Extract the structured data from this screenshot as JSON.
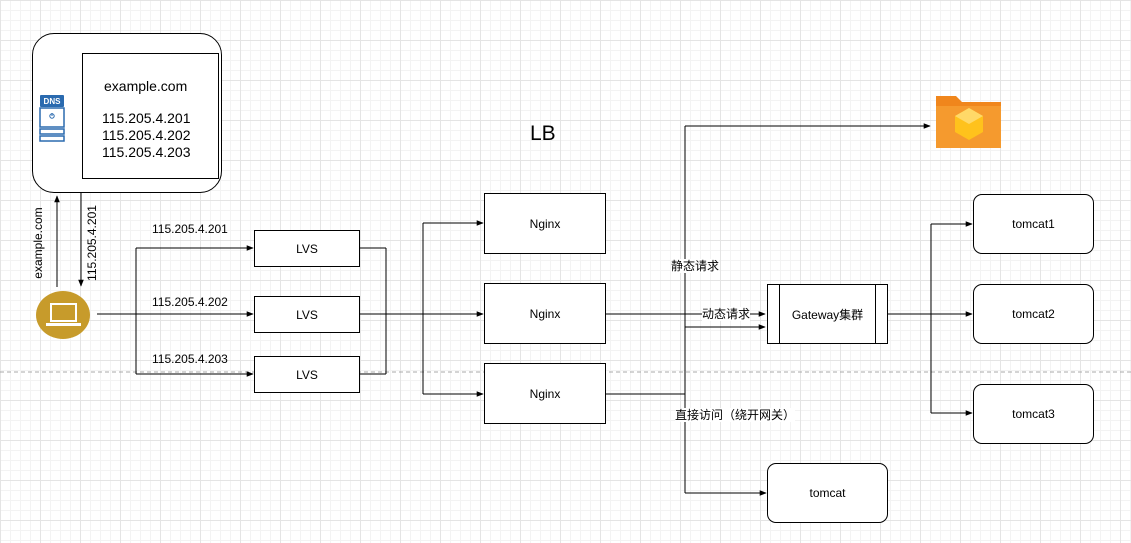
{
  "title": "LB",
  "dns": {
    "badge": "DNS",
    "domain": "example.com",
    "ips": [
      "115.205.4.201",
      "115.205.4.202",
      "115.205.4.203"
    ]
  },
  "client_edges": {
    "query_label": "example.com",
    "answer_label": "115.205.4.201"
  },
  "lvs": {
    "label": "LVS",
    "edge_labels": [
      "115.205.4.201",
      "115.205.4.202",
      "115.205.4.203"
    ]
  },
  "nginx": {
    "label": "Nginx"
  },
  "gateway": {
    "label": "Gateway集群"
  },
  "tomcats": [
    "tomcat1",
    "tomcat2",
    "tomcat3"
  ],
  "direct_tomcat": "tomcat",
  "edges": {
    "static": "静态请求",
    "dynamic": "动态请求",
    "direct": "直接访问（绕开网关）"
  },
  "colors": {
    "laptop_gold": "#C79B2B",
    "folder_orange": "#F0861C",
    "box_yellow": "#FFC21C",
    "dns_blue": "#2A6AAF"
  }
}
